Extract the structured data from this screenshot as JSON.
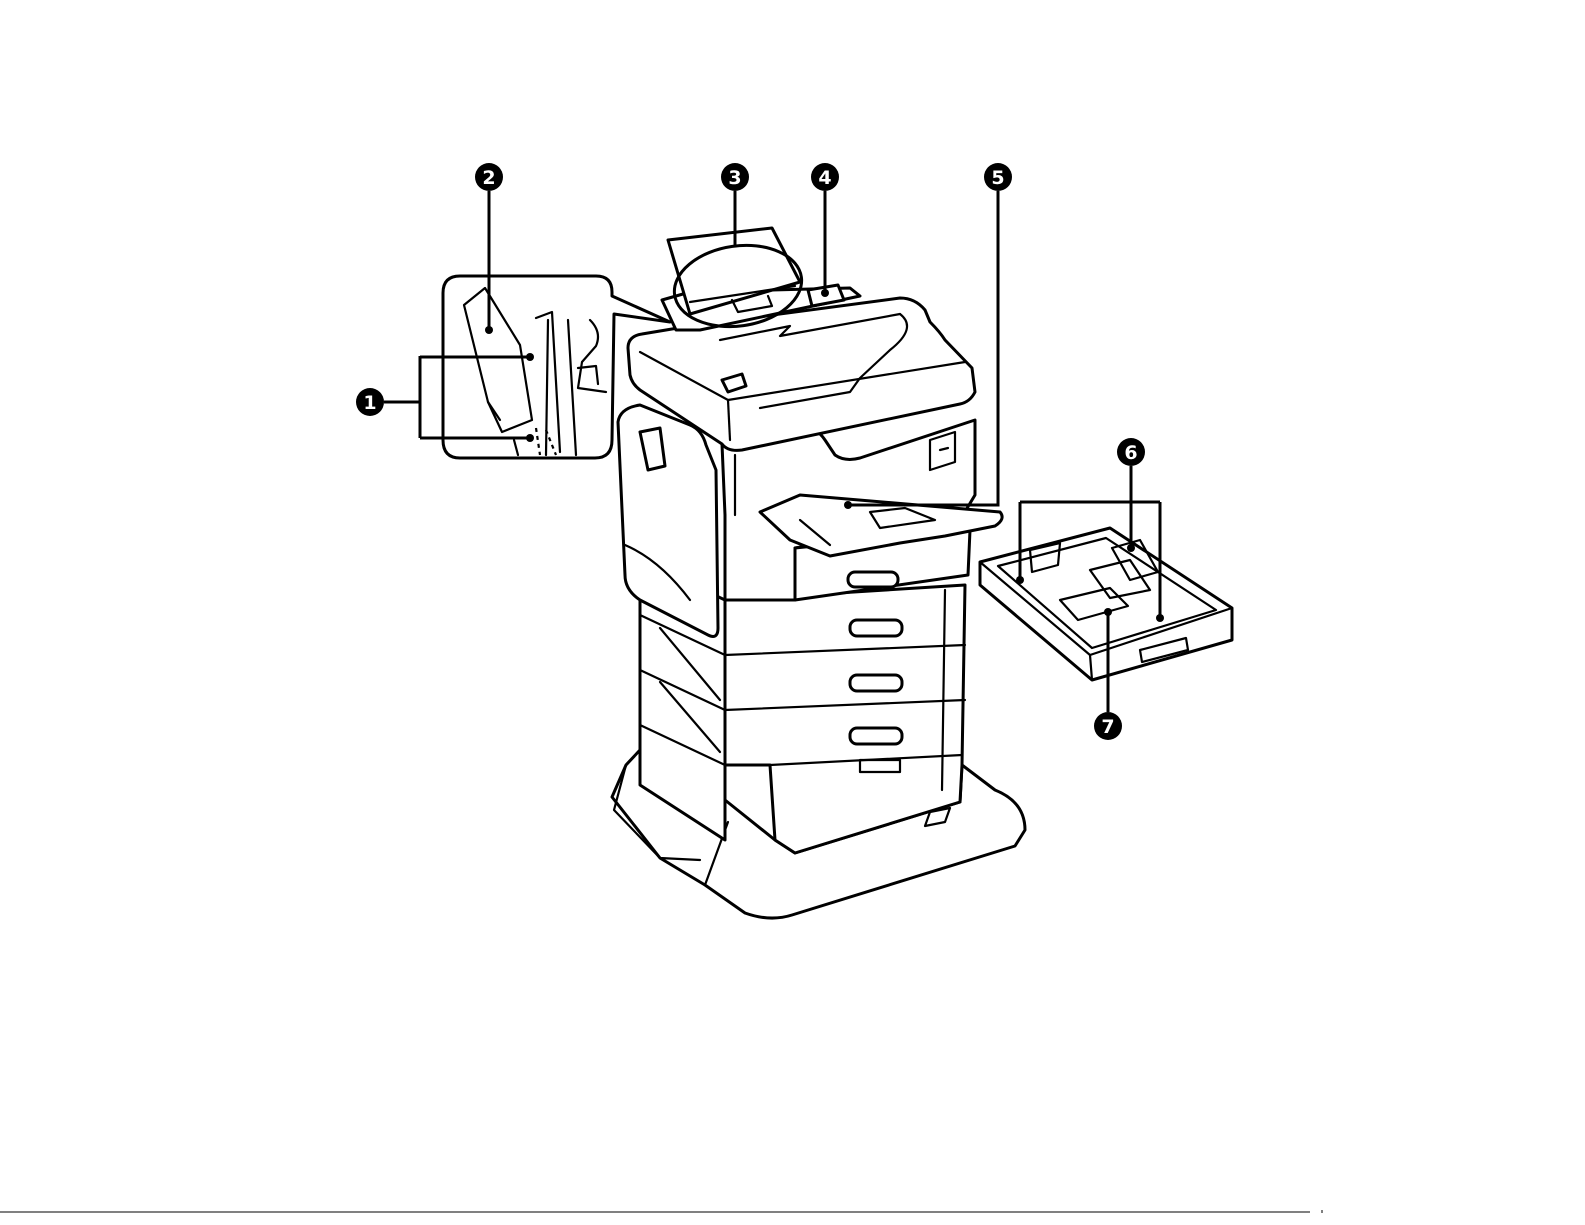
{
  "callouts": [
    {
      "number": "1"
    },
    {
      "number": "2"
    },
    {
      "number": "3"
    },
    {
      "number": "4"
    },
    {
      "number": "5"
    },
    {
      "number": "6"
    },
    {
      "number": "7"
    }
  ],
  "colors": {
    "line": "#000000",
    "marker": "#000000",
    "marker_text": "#ffffff",
    "background": "#ffffff"
  }
}
